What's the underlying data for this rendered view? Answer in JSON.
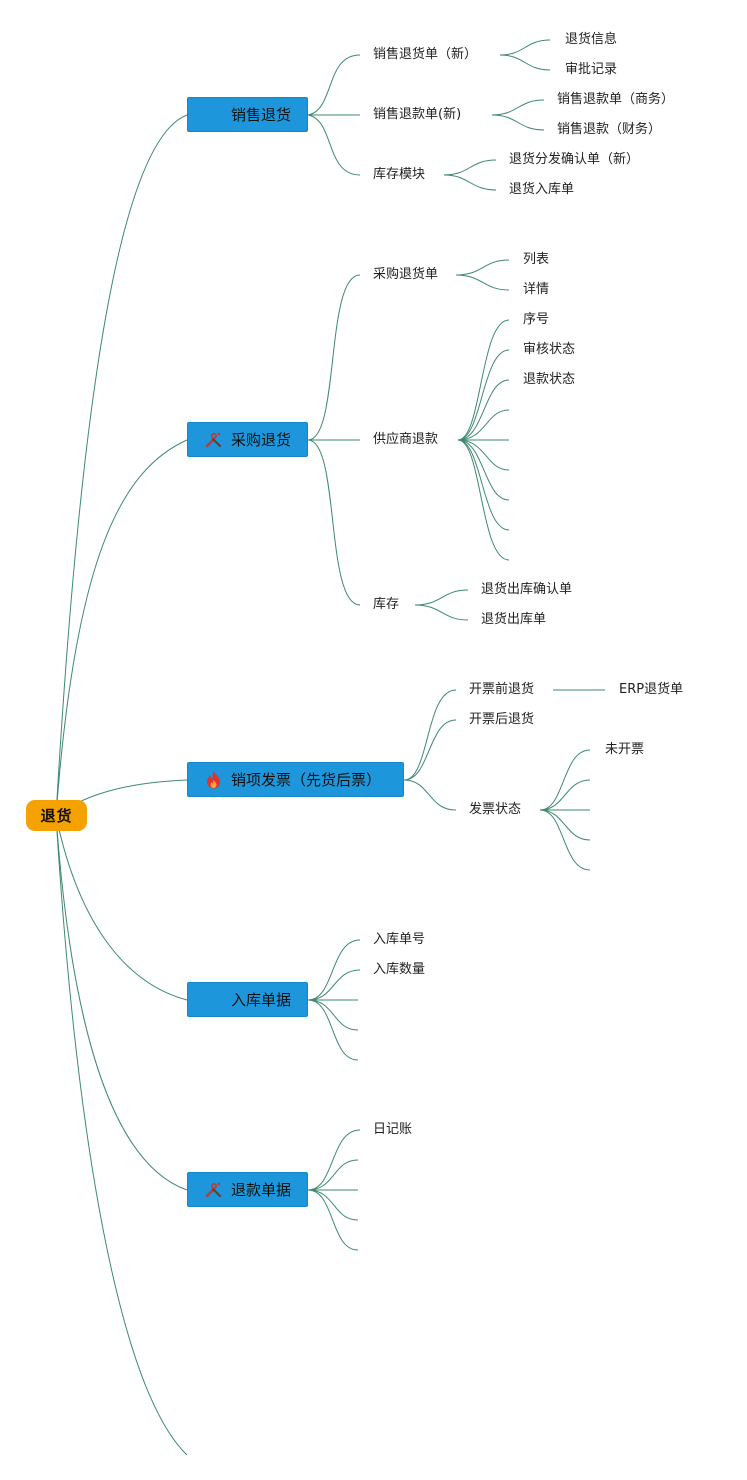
{
  "root": {
    "label": "退货"
  },
  "branches": {
    "sales_return": {
      "label": "销售退货",
      "icon": "blank-icon",
      "children": {
        "return_order": {
          "label": "销售退货单（新）",
          "items": [
            "退货信息",
            "审批记录"
          ]
        },
        "refund_order": {
          "label": "销售退款单(新)",
          "items": [
            "销售退款单（商务）",
            "销售退款（财务）"
          ]
        },
        "stock_module": {
          "label": "库存模块",
          "items": [
            "退货分发确认单（新）",
            "退货入库单"
          ]
        }
      }
    },
    "purchase_return": {
      "label": "采购退货",
      "icon": "tools-icon",
      "children": {
        "purchase_return_order": {
          "label": "采购退货单",
          "items": [
            "列表",
            "详情"
          ]
        },
        "supplier_refund": {
          "label": "供应商退款",
          "items": [
            "序号",
            "审核状态",
            "退款状态",
            "",
            "",
            "",
            "",
            "",
            ""
          ]
        },
        "stock": {
          "label": "库存",
          "items": [
            "退货出库确认单",
            "退货出库单"
          ]
        }
      }
    },
    "sales_invoice": {
      "label": "销项发票（先货后票）",
      "icon": "fire-icon",
      "children": {
        "before_invoice": {
          "label": "开票前退货",
          "items": [
            "ERP退货单"
          ]
        },
        "after_invoice": {
          "label": "开票后退货"
        },
        "invoice_status": {
          "label": "发票状态",
          "items": [
            "未开票",
            "",
            "",
            "",
            ""
          ]
        }
      }
    },
    "inbound_docs": {
      "label": "入库单据",
      "icon": "blank-icon",
      "items": [
        "入库单号",
        "入库数量",
        "",
        "",
        ""
      ]
    },
    "refund_docs": {
      "label": "退款单据",
      "icon": "tools-icon",
      "items": [
        "日记账",
        "",
        "",
        "",
        ""
      ]
    }
  },
  "colors": {
    "root_fill": "#f5a100",
    "branch_fill": "#1e96db",
    "connector": "#3d8a6e",
    "fire_icon": "#e0342a",
    "tools_icon": "#c0392b"
  }
}
